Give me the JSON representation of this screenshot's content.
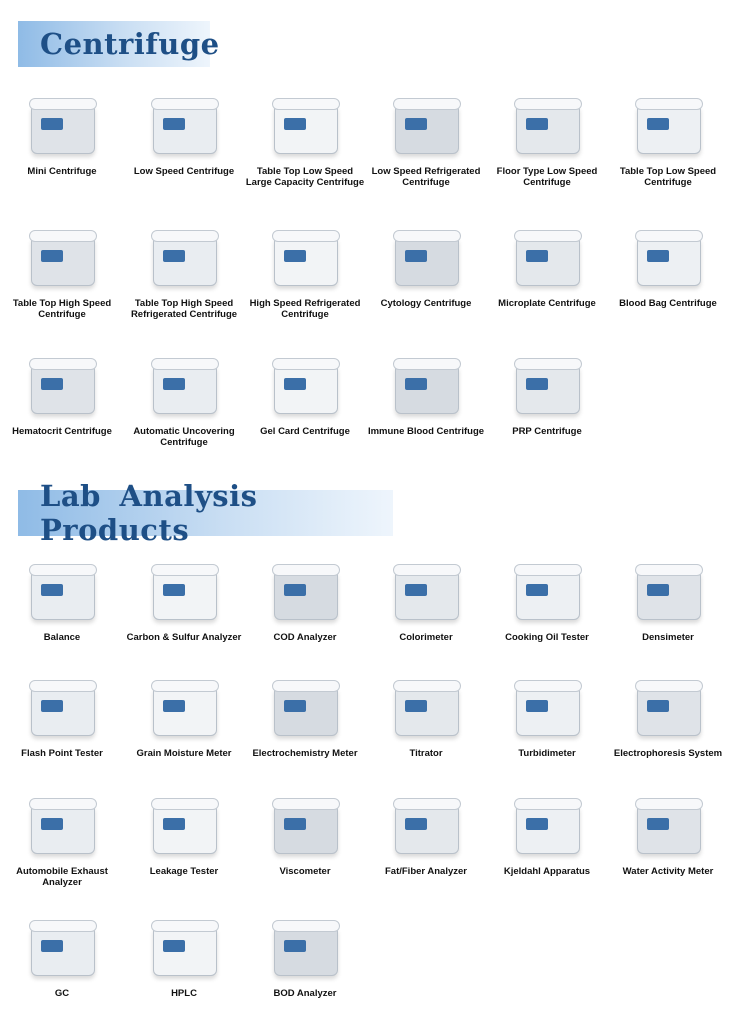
{
  "sections": [
    {
      "title": "Centrifuge",
      "items": [
        "Mini Centrifuge",
        "Low Speed Centrifuge",
        "Table Top Low Speed Large Capacity Centrifuge",
        "Low Speed Refrigerated Centrifuge",
        "Floor Type Low Speed Centrifuge",
        "Table Top Low Speed Centrifuge",
        "Table Top High Speed Centrifuge",
        "Table Top High Speed Refrigerated Centrifuge",
        "High Speed Refrigerated Centrifuge",
        "Cytology Centrifuge",
        "Microplate Centrifuge",
        "Blood Bag Centrifuge",
        "Hematocrit Centrifuge",
        "Automatic Uncovering Centrifuge",
        "Gel Card Centrifuge",
        "Immune Blood Centrifuge",
        "PRP Centrifuge"
      ]
    },
    {
      "title": "Lab  Analysis  Products",
      "items": [
        "Balance",
        "Carbon & Sulfur Analyzer",
        "COD Analyzer",
        "Colorimeter",
        "Cooking Oil Tester",
        "Densimeter",
        "Flash Point Tester",
        "Grain Moisture Meter",
        "Electrochemistry Meter",
        "Titrator",
        "Turbidimeter",
        "Electrophoresis System",
        "Automobile Exhaust Analyzer",
        "Leakage Tester",
        "Viscometer",
        "Fat/Fiber Analyzer",
        "Kjeldahl Apparatus",
        "Water Activity Meter",
        "GC",
        "HPLC",
        "BOD Analyzer"
      ]
    }
  ]
}
